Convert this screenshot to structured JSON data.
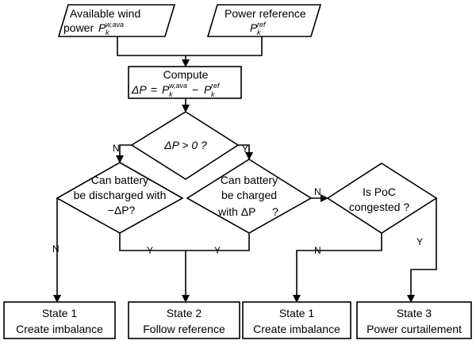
{
  "nodes": {
    "available_wind": {
      "line1": "Available wind",
      "line2": "power",
      "symbol": "P",
      "sub": "k",
      "sup": "w,ava"
    },
    "power_reference": {
      "line1": "Power reference",
      "symbol": "P",
      "sub": "k",
      "sup": "ref"
    },
    "compute": {
      "title": "Compute",
      "lhs": "ΔP",
      "eq": "=",
      "p1": "P",
      "p1_sub": "k",
      "p1_sup": "w,ava",
      "minus": "−",
      "p2": "P",
      "p2_sub": "k",
      "p2_sup": "ref"
    },
    "decision_delta": {
      "text": "ΔP > 0 ?"
    },
    "decision_discharge": {
      "line1": "Can battery",
      "line2": "be discharged with",
      "line3": "−ΔP?"
    },
    "decision_charge": {
      "line1": "Can battery",
      "line2": "be charged",
      "line3a": "with ΔP",
      "line3b": "?"
    },
    "decision_poc": {
      "line1": "Is PoC",
      "line2": "congested ?"
    },
    "state1_left": {
      "line1": "State 1",
      "line2": "Create imbalance"
    },
    "state2": {
      "line1": "State 2",
      "line2": "Follow reference"
    },
    "state1_right": {
      "line1": "State 1",
      "line2": "Create imbalance"
    },
    "state3": {
      "line1": "State 3",
      "line2": "Power curtailement"
    }
  },
  "edge_labels": {
    "delta_no": "N",
    "delta_yes": "Y",
    "discharge_no": "N",
    "discharge_yes": "Y",
    "charge_yes": "Y",
    "charge_no": "N",
    "poc_no": "N",
    "poc_yes": "Y"
  }
}
